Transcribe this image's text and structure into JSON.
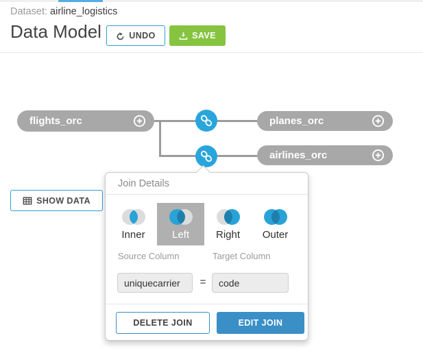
{
  "header": {
    "dataset_label": "Dataset:",
    "dataset_name": "airline_logistics",
    "title": "Data Model",
    "undo_label": "UNDO",
    "save_label": "SAVE"
  },
  "canvas": {
    "nodes": [
      {
        "label": "flights_orc"
      },
      {
        "label": "planes_orc"
      },
      {
        "label": "airlines_orc"
      }
    ],
    "show_data_label": "SHOW DATA"
  },
  "popup": {
    "title": "Join Details",
    "join_types": [
      {
        "label": "Inner",
        "left_fill": "gray",
        "right_fill": "gray",
        "overlap_fill": "blue",
        "selected": false
      },
      {
        "label": "Left",
        "left_fill": "blue",
        "right_fill": "gray",
        "overlap_fill": "blue_dark",
        "selected": true
      },
      {
        "label": "Right",
        "left_fill": "gray",
        "right_fill": "blue",
        "overlap_fill": "blue_dark",
        "selected": false
      },
      {
        "label": "Outer",
        "left_fill": "blue",
        "right_fill": "blue",
        "overlap_fill": "blue_dark",
        "selected": false
      }
    ],
    "source_column": {
      "label": "Source Column",
      "value": "uniquecarrier"
    },
    "equals": "=",
    "target_column": {
      "label": "Target Column",
      "value": "code"
    },
    "delete_label": "DELETE JOIN",
    "edit_label": "EDIT JOIN"
  },
  "colors": {
    "accent_blue": "#2e9fd6",
    "join_node_blue": "#29a5dc",
    "edit_button_blue": "#3a8fc7",
    "save_green": "#86c440",
    "pill_gray": "#a8a8a8",
    "connector_gray": "#9b9b9b",
    "selected_option_gray": "#b0b0b0",
    "tab_indicator_blue": "#56ade4",
    "venn": {
      "gray": "#dcdcdc",
      "blue": "#29a3d7",
      "blue_dark": "#1e7fad"
    }
  }
}
